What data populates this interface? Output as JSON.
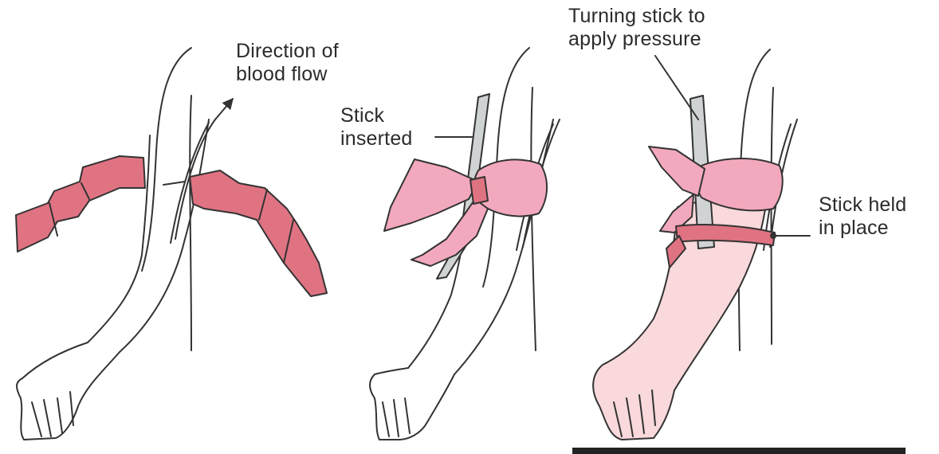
{
  "labels": {
    "direction": [
      "Direction of",
      "blood flow"
    ],
    "stick_inserted": [
      "Stick",
      "inserted"
    ],
    "turning_stick": [
      "Turning stick to",
      "apply pressure"
    ],
    "stick_held": [
      "Stick held",
      "in place"
    ]
  },
  "colors": {
    "bandage_dark": "#e07382",
    "bandage_light": "#f3a9bd",
    "skin_pink": "#f9d9db",
    "line": "#333333"
  }
}
